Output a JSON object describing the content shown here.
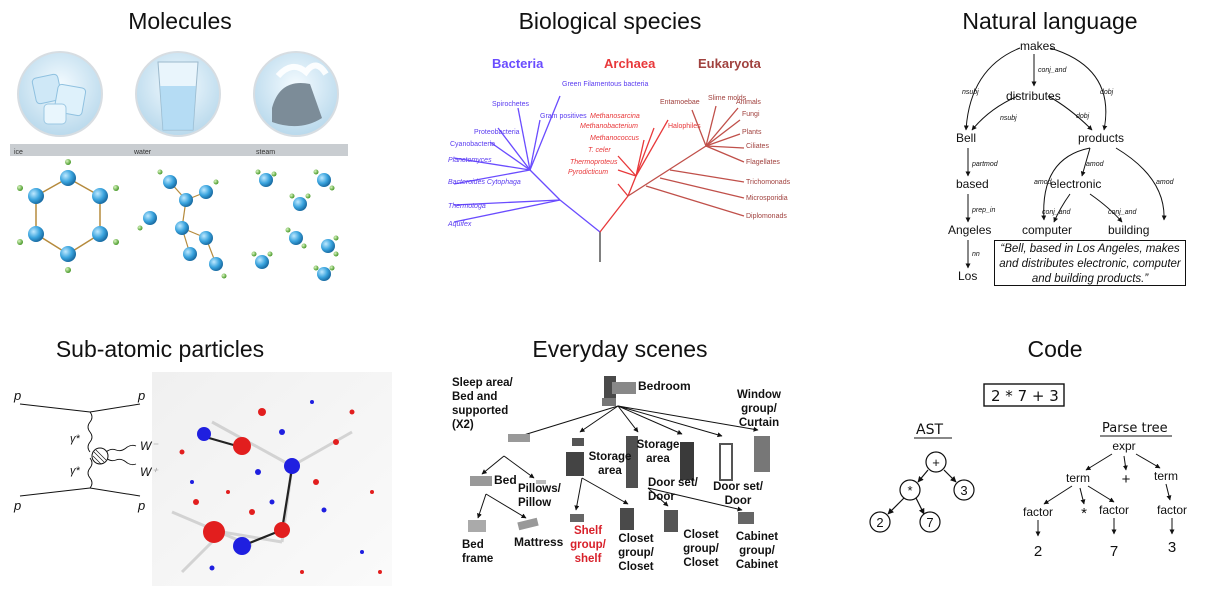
{
  "titles": {
    "molecules": "Molecules",
    "species": "Biological species",
    "language": "Natural language",
    "particles": "Sub-atomic particles",
    "scenes": "Everyday scenes",
    "code": "Code"
  },
  "molecules": {
    "labels": [
      "ice",
      "water",
      "steam"
    ]
  },
  "species": {
    "domains": [
      "Bacteria",
      "Archaea",
      "Eukaryota"
    ],
    "domain_colors": [
      "#6a4cff",
      "#e8383a",
      "#a0413e"
    ],
    "bacteria": [
      "Green Filamentous bacteria",
      "Spirochetes",
      "Gram positives",
      "Proteobacteria",
      "Cyanobacteria",
      "Planctomyces",
      "Bacteroides Cytophaga",
      "Thermotoga",
      "Aquifex"
    ],
    "archaea": [
      "Methanosarcina",
      "Methanobacterium",
      "Methanococcus",
      "Halophiles",
      "T. celer",
      "Thermoproteus",
      "Pyrodicticum"
    ],
    "eukaryota": [
      "Entamoebae",
      "Slime molds",
      "Animals",
      "Fungi",
      "Plants",
      "Ciliates",
      "Flagellates",
      "Trichomonads",
      "Microsporidia",
      "Diplomonads"
    ]
  },
  "language": {
    "words": [
      "makes",
      "distributes",
      "Bell",
      "products",
      "based",
      "electronic",
      "Angeles",
      "computer",
      "building",
      "Los"
    ],
    "relations": [
      "conj_and",
      "nsubj",
      "nsubj",
      "dobj",
      "dobj",
      "partmod",
      "amod",
      "amod",
      "amod",
      "prep_in",
      "conj_and",
      "conj_and",
      "nn"
    ],
    "sentence": "“Bell, based in Los Angeles, makes and distributes electronic, computer and building products.”"
  },
  "particles": {
    "labels": [
      "p",
      "p",
      "p",
      "p",
      "γ*",
      "γ*",
      "W⁻",
      "W⁺"
    ]
  },
  "scenes": {
    "nodes": [
      "Bedroom",
      "Sleep area/ Bed and supported (X2)",
      "Window group/ Curtain",
      "Storage area",
      "Storage area",
      "Bed",
      "Pillows/ Pillow",
      "Door set/ Door",
      "Door set/ Door",
      "Bed frame",
      "Mattress",
      "Shelf group/ shelf",
      "Closet group/ Closet",
      "Closet group/ Closet",
      "Cabinet group/ Cabinet"
    ],
    "highlight_color": "#d8202a"
  },
  "code": {
    "expression": "2 * 7 + 3",
    "ast_title": "AST",
    "parse_title": "Parse tree",
    "ast_nodes": [
      "+",
      "*",
      "3",
      "2",
      "7"
    ],
    "parse_nodes": [
      "expr",
      "term",
      "+",
      "term",
      "factor",
      "*",
      "factor",
      "factor",
      "2",
      "7",
      "3"
    ]
  }
}
